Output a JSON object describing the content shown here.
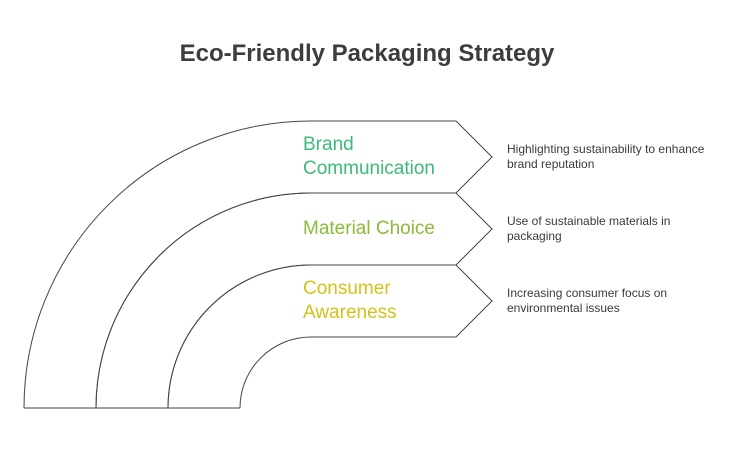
{
  "title": "Eco-Friendly Packaging Strategy",
  "bands": [
    {
      "label_lines": [
        "Brand",
        "Communication"
      ],
      "color": "#3cba78",
      "description": "Highlighting sustainability to enhance brand reputation"
    },
    {
      "label_lines": [
        "Material Choice"
      ],
      "color": "#8cba3a",
      "description": "Use of sustainable materials in packaging"
    },
    {
      "label_lines": [
        "Consumer",
        "Awareness"
      ],
      "color": "#d4c21a",
      "description": "Increasing consumer focus on environmental issues"
    }
  ]
}
